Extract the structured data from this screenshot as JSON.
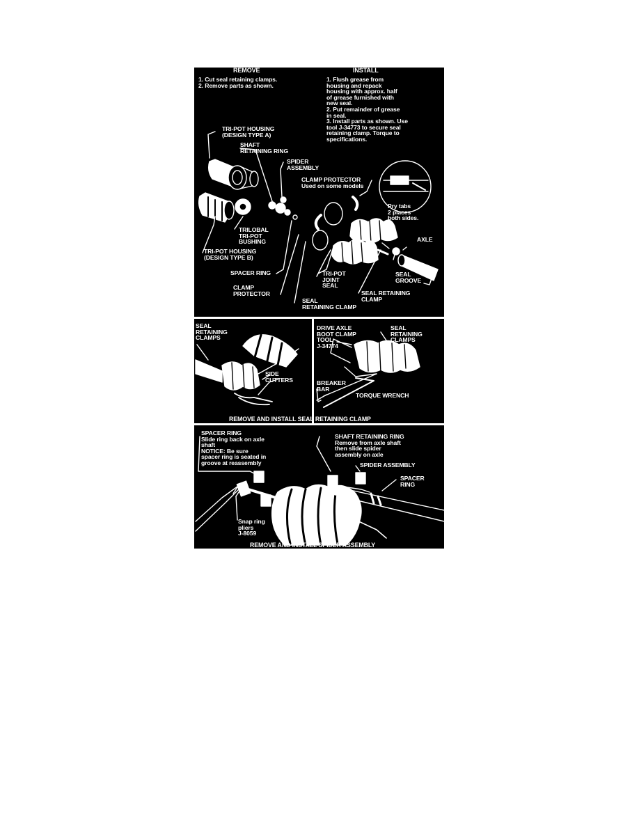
{
  "top_panel": {
    "remove_heading": "REMOVE",
    "remove_steps": "1. Cut seal retaining clamps.\n2. Remove parts as shown.",
    "install_heading": "INSTALL",
    "install_steps": "1. Flush grease from\n    housing and repack\n    housing with approx. half\n    of grease furnished with\n    new seal.\n2. Put remainder of grease\n    in seal.\n3. Install parts as shown. Use\n    tool J-34773 to secure seal\n    retaining clamp. Torque to\n    specifications.",
    "labels": {
      "tri_pot_housing_a": "TRI-POT HOUSING\n(DESIGN TYPE A)",
      "shaft_retaining_ring": "SHAFT\nRETAINING RING",
      "spider_assembly": "SPIDER\nASSEMBLY",
      "clamp_protector_top": "CLAMP PROTECTOR\nUsed on some models",
      "pry_tabs": "Pry tabs\n2 places\nboth sides.",
      "trilobal_bushing": "TRILOBAL\nTRI-POT\nBUSHING",
      "tri_pot_housing_b": "TRI-POT HOUSING\n(DESIGN TYPE B)",
      "axle": "AXLE",
      "spacer_ring": "SPACER RING",
      "tri_pot_joint_seal": "TRI-POT\nJOINT\nSEAL",
      "seal_groove": "SEAL\nGROOVE",
      "clamp_protector_bottom": "CLAMP\nPROTECTOR",
      "seal_retaining_clamp_right": "SEAL RETAINING\nCLAMP",
      "seal_retaining_clamp_bottom": "SEAL\nRETAINING CLAMP"
    }
  },
  "middle_panel": {
    "left_labels": {
      "seal_retaining_clamps": "SEAL\nRETAINING\nCLAMPS",
      "side_cutters": "SIDE\nCUTTERS"
    },
    "right_labels": {
      "boot_clamp_tool": "DRIVE AXLE\nBOOT CLAMP\nTOOL\nJ-34774",
      "seal_retaining_clamps": "SEAL\nRETAINING\nCLAMPS",
      "breaker_bar": "BREAKER\nBAR",
      "torque_wrench": "TORQUE WRENCH"
    },
    "caption": "REMOVE AND INSTALL SEAL RETAINING CLAMP"
  },
  "bottom_panel": {
    "labels": {
      "spacer_ring_note": "SPACER RING\nSlide ring back on axle\nshaft\nNOTICE: Be sure\nspacer ring is seated in\ngroove at reassembly",
      "shaft_retaining_ring_note": "SHAFT RETAINING RING\nRemove from axle shaft\nthen slide spider\nassembly on axle",
      "spider_assembly": "SPIDER ASSEMBLY",
      "spacer_ring": "SPACER\nRING",
      "snap_ring_pliers": "Snap ring\npliers\nJ-8059"
    },
    "caption": "REMOVE AND INSTALL SPIDER ASSEMBLY"
  }
}
